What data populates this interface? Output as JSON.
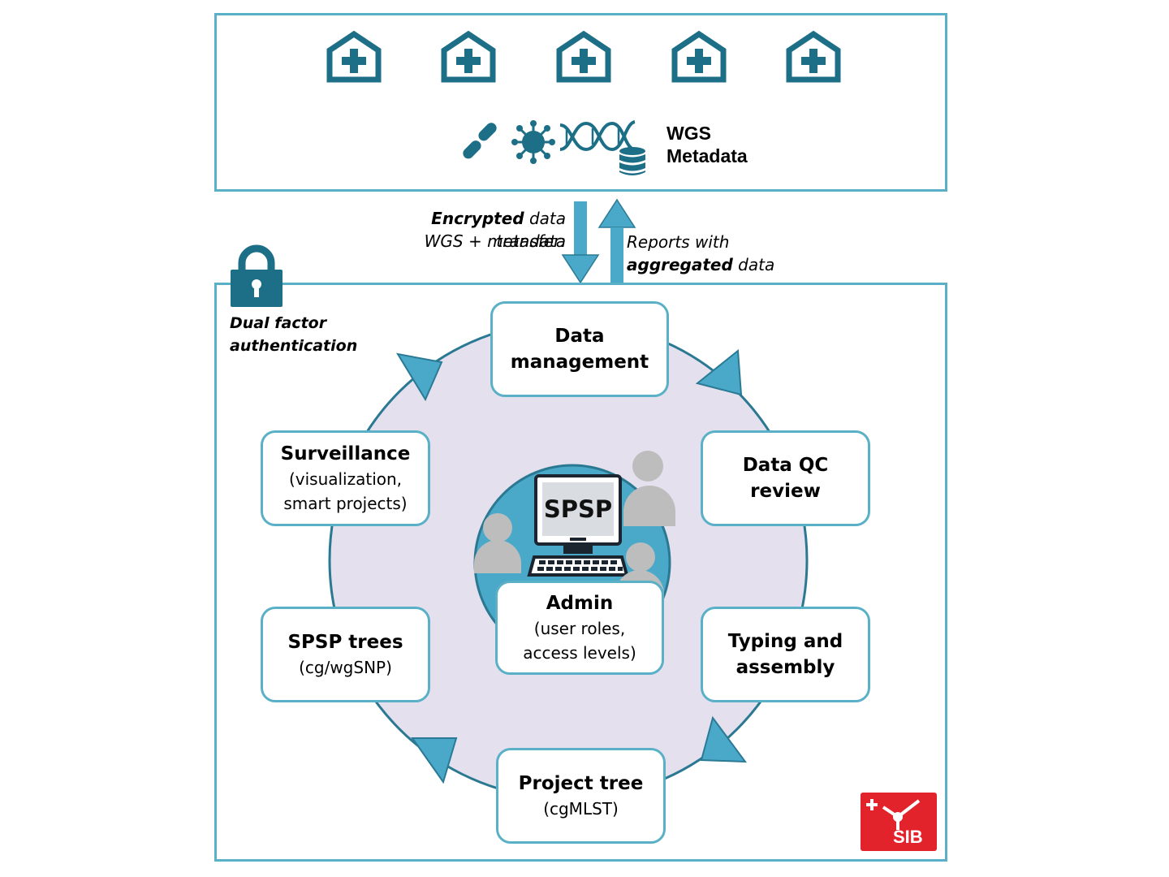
{
  "top": {
    "hospital_icons": [
      "hospital-icon",
      "hospital-icon",
      "hospital-icon",
      "hospital-icon",
      "hospital-icon"
    ],
    "data_line1": "WGS",
    "data_line2": "Metadata"
  },
  "transfer_down": {
    "bold": "Encrypted",
    "rest": " data transfer:",
    "line2": "WGS + metadata"
  },
  "transfer_up": {
    "line1": "Reports with",
    "bold": "aggregated",
    "rest": " data"
  },
  "security": {
    "line1": "Dual factor",
    "line2": "authentication"
  },
  "center": {
    "screen_label": "SPSP",
    "title": "Admin",
    "subtitle": "(user roles,\naccess levels)"
  },
  "cycle": {
    "data_management": {
      "title": "Data\nmanagement"
    },
    "data_qc": {
      "title": "Data QC\nreview"
    },
    "typing": {
      "title": "Typing and\nassembly"
    },
    "project_tree": {
      "title": "Project tree",
      "subtitle": "(cgMLST)"
    },
    "spsp_trees": {
      "title": "SPSP trees",
      "subtitle": "(cg/wgSNP)"
    },
    "surveillance": {
      "title": "Surveillance",
      "subtitle": "(visualization,\nsmart projects)"
    }
  },
  "logo": {
    "text": "SIB"
  },
  "colors": {
    "teal": "#1c6f87",
    "light_teal": "#5ab0c6",
    "circle_fill": "#e4e0ed",
    "sib_red": "#e3232b"
  }
}
